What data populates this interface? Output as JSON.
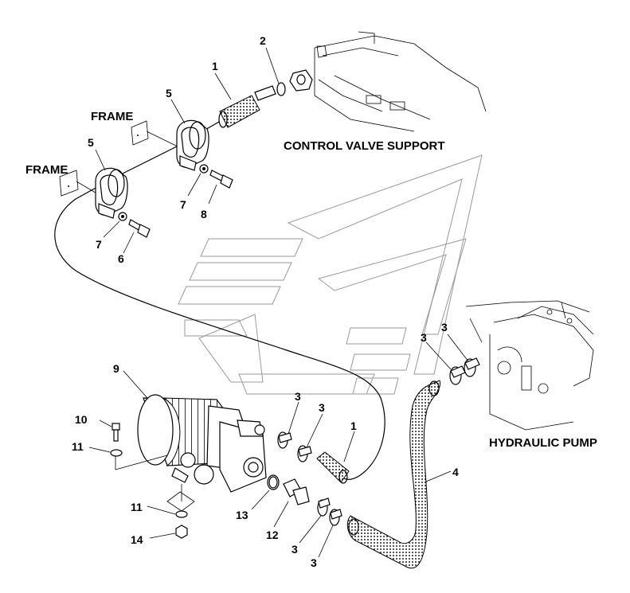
{
  "captions": {
    "frame_upper": "FRAME",
    "frame_lower": "FRAME",
    "control_valve_support": "CONTROL VALVE SUPPORT",
    "hydraulic_pump": "HYDRAULIC PUMP"
  },
  "callouts": {
    "c1_top": "1",
    "c2": "2",
    "c5_upper": "5",
    "c5_lower": "5",
    "c7_upper": "7",
    "c8": "8",
    "c7_lower": "7",
    "c6": "6",
    "c9": "9",
    "c10": "10",
    "c11_upper": "11",
    "c11_lower": "11",
    "c14": "14",
    "c13": "13",
    "c12": "12",
    "c3_a": "3",
    "c3_b": "3",
    "c1_low": "1",
    "c4": "4",
    "c3_pump_left": "3",
    "c3_pump_right": "3",
    "c3_bottom_left": "3",
    "c3_bottom_right": "3"
  }
}
